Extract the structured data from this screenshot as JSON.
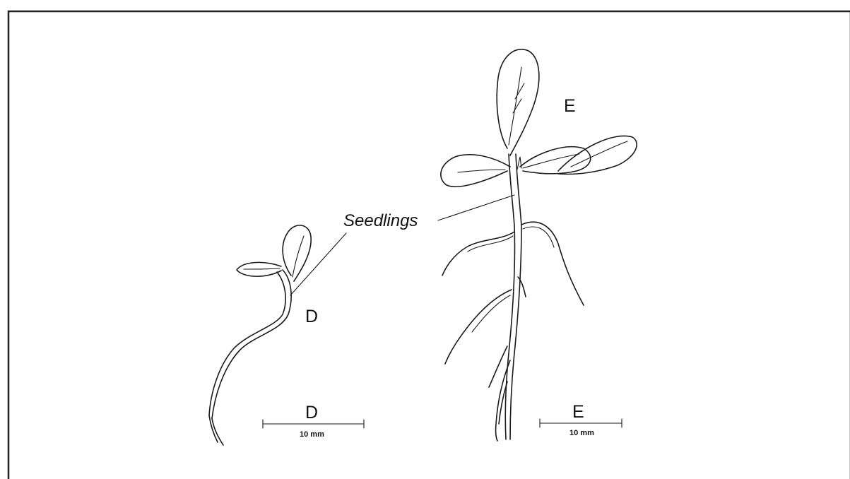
{
  "labels": {
    "seedling_d": "D",
    "seedling_e": "E",
    "callout": "Seedlings"
  },
  "scale_bars": [
    {
      "letter": "D",
      "text": "10 mm"
    },
    {
      "letter": "E",
      "text": "10 mm"
    }
  ],
  "colors": {
    "ink": "#1a1a1a",
    "background": "#ffffff",
    "frame": "#222222"
  }
}
